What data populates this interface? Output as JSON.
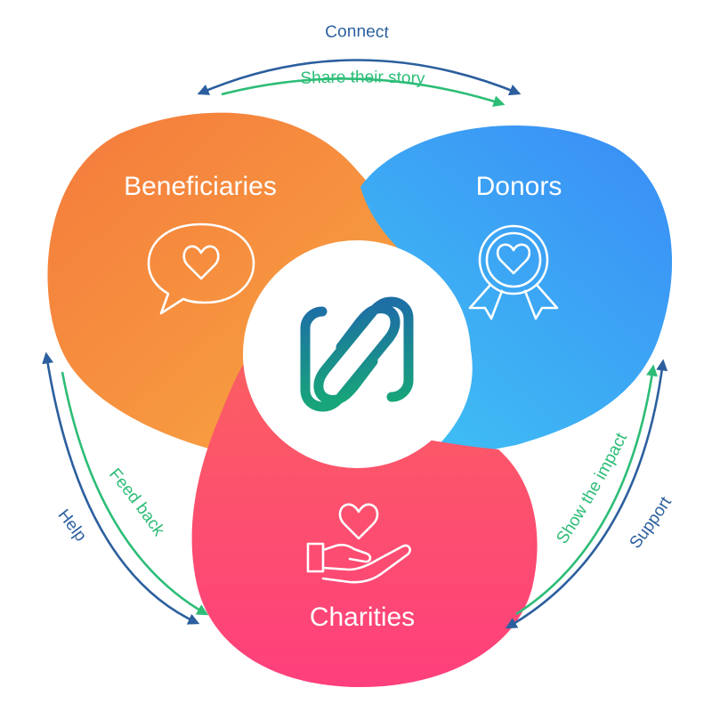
{
  "nodes": {
    "beneficiaries": {
      "label": "Beneficiaries",
      "icon": "speech-bubble-heart-icon"
    },
    "donors": {
      "label": "Donors",
      "icon": "award-ribbon-heart-icon"
    },
    "charities": {
      "label": "Charities",
      "icon": "hand-holding-heart-icon"
    }
  },
  "center": {
    "icon": "interlocking-hearts-logo-icon"
  },
  "flows": {
    "connect": "Connect",
    "share_their_story": "Share their story",
    "help": "Help",
    "feed_back": "Feed back",
    "support": "Support",
    "show_the_impact": "Show the impact"
  },
  "colors": {
    "orange_start": "#f47a3c",
    "orange_end": "#f8a942",
    "blue_start": "#3a8ef5",
    "blue_end": "#3fc2f4",
    "pink_start": "#fb5f62",
    "pink_end": "#fe3f7c",
    "dark_blue": "#2c5f9e",
    "green": "#2dbd77",
    "logo_blue": "#1d6fa5",
    "logo_green": "#18a57a"
  }
}
